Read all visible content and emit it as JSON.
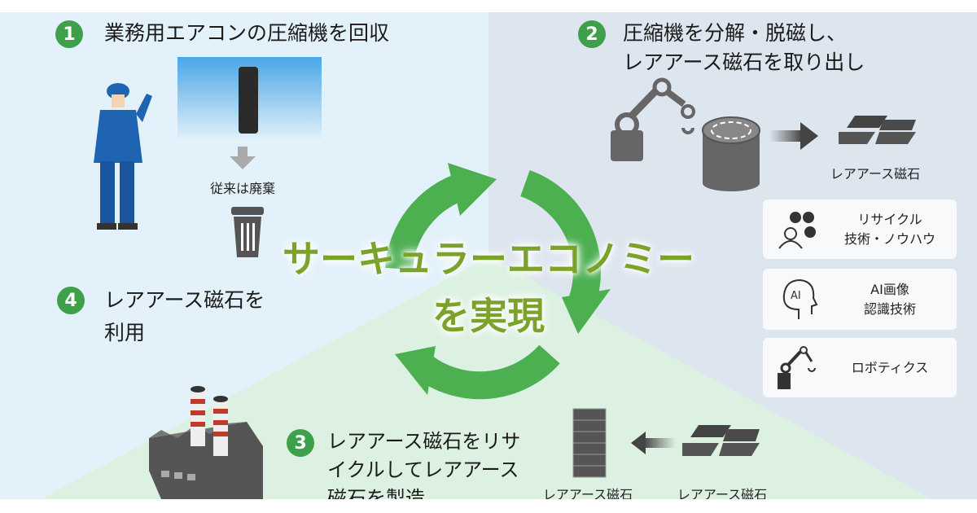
{
  "center": {
    "line1": "サーキュラーエコノミー",
    "line2": "を実現"
  },
  "steps": [
    {
      "number": "1",
      "lines": [
        "業務用エアコンの圧縮機を回収"
      ],
      "note": "従来は廃棄"
    },
    {
      "number": "2",
      "lines": [
        "圧縮機を分解・脱磁し、",
        "レアアース磁石を取り出し"
      ],
      "magnet_label": "レアアース磁石"
    },
    {
      "number": "3",
      "lines": [
        "レアアース磁石をリサ",
        "イクルしてレアアース",
        "磁石を製造"
      ],
      "magnet_labels": [
        "レアアース磁石",
        "レアアース磁石"
      ]
    },
    {
      "number": "4",
      "lines": [
        "レアアース磁石を",
        "利用"
      ]
    }
  ],
  "technologies": [
    {
      "icon": "people-recycle-icon",
      "lines": [
        "リサイクル",
        "技術・ノウハウ"
      ]
    },
    {
      "icon": "ai-head-icon",
      "lines": [
        "AI画像",
        "認識技術"
      ],
      "icon_text": "AI"
    },
    {
      "icon": "robot-arm-icon",
      "lines": [
        "ロボティクス"
      ]
    }
  ],
  "colors": {
    "accent_green": "#3ea04a",
    "title_green": "#7ba22a",
    "left_bg": "#e3f2fa",
    "right_bg": "#dde5ef",
    "bottom_bg": "#dcf1e2"
  }
}
